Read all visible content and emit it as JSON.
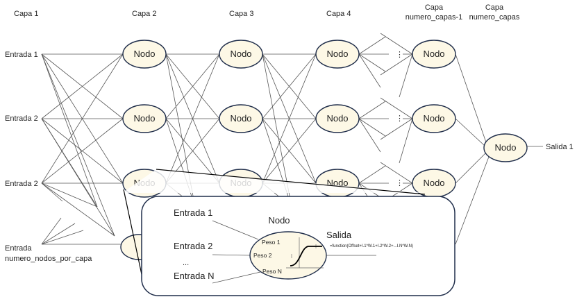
{
  "layers": {
    "l1": "Capa 1",
    "l2": "Capa 2",
    "l3": "Capa 3",
    "l4": "Capa 4",
    "l5a": "Capa",
    "l5b": "numero_capas-1",
    "l6a": "Capa",
    "l6b": "numero_capas"
  },
  "inputs": {
    "in1": "Entrada 1",
    "in2": "Entrada 2",
    "in3": "Entrada 2",
    "inNa": "Entrada",
    "inNb": "numero_nodos_por_capa"
  },
  "node_label": "Nodo",
  "ellipsis_v": "⋮",
  "output_label": "Salida 1",
  "zoom": {
    "title": "Nodo",
    "in1": "Entrada 1",
    "in2": "Entrada 2",
    "dots": "...",
    "inN": "Entrada N",
    "w1": "Peso 1",
    "w2": "Peso 2",
    "wN": "Peso N",
    "out": "Salida",
    "formula": "=function(Offset+I.1*W.1+I.2*W.2+...I.N*W.N)"
  }
}
